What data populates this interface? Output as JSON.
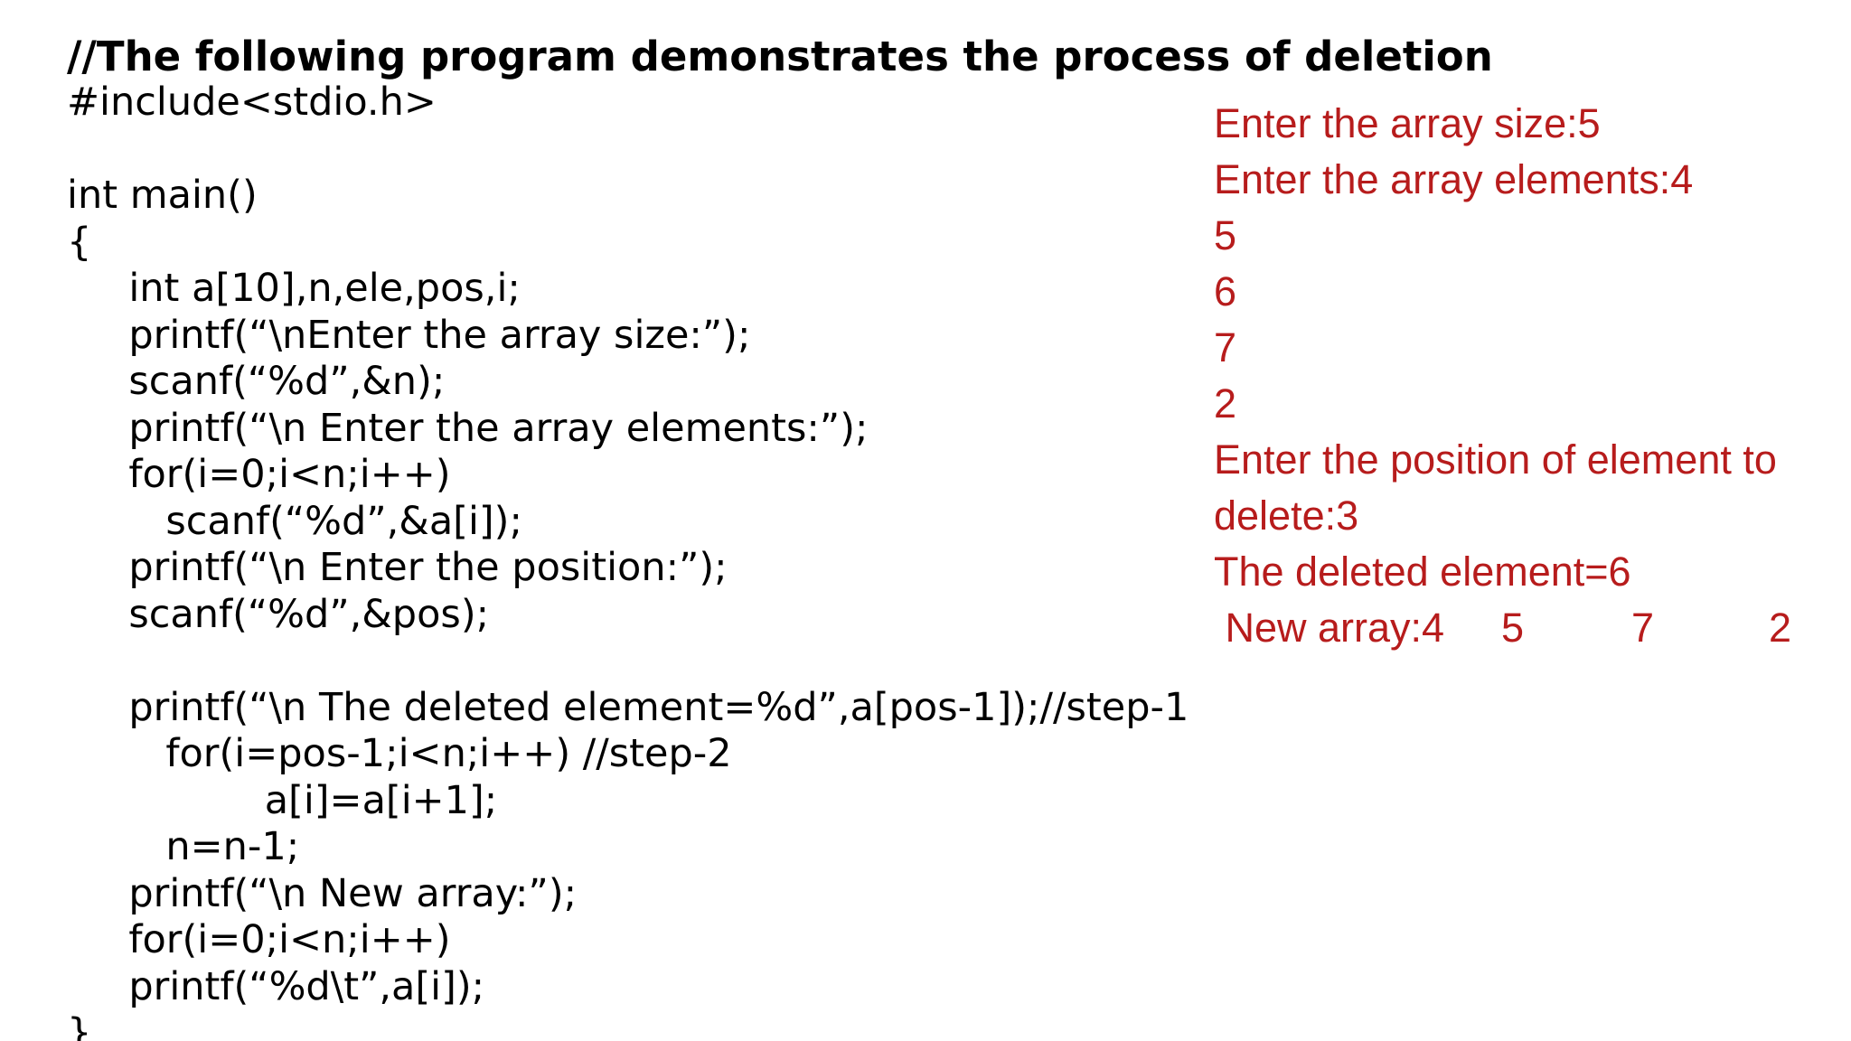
{
  "title": "//The following program demonstrates the process of deletion",
  "code_lines": [
    "#include<stdio.h>",
    "",
    "int main()",
    "{",
    "     int a[10],n,ele,pos,i;",
    "     printf(“\\nEnter the array size:”);",
    "     scanf(“%d”,&n);",
    "     printf(“\\n Enter the array elements:”);",
    "     for(i=0;i<n;i++)",
    "        scanf(“%d”,&a[i]);",
    "     printf(“\\n Enter the position:”);",
    "     scanf(“%d”,&pos);",
    "",
    "     printf(“\\n The deleted element=%d”,a[pos-1]);//step-1",
    "        for(i=pos-1;i<n;i++) //step-2",
    "                a[i]=a[i+1];",
    "        n=n-1;",
    "     printf(“\\n New array:”);",
    "     for(i=0;i<n;i++)",
    "     printf(“%d\\t”,a[i]);",
    "}"
  ],
  "output": {
    "lines": [
      "Enter the array size:5",
      "Enter the array elements:4",
      "5",
      "6",
      "7",
      "2",
      "Enter the position of element to",
      "delete:3",
      "The deleted element=6"
    ],
    "new_array": {
      "label": " New array:4",
      "values": [
        "5",
        "7",
        "2"
      ]
    }
  },
  "colors": {
    "code_text": "#000000",
    "output_text": "#b71c1c",
    "background": "#ffffff"
  }
}
